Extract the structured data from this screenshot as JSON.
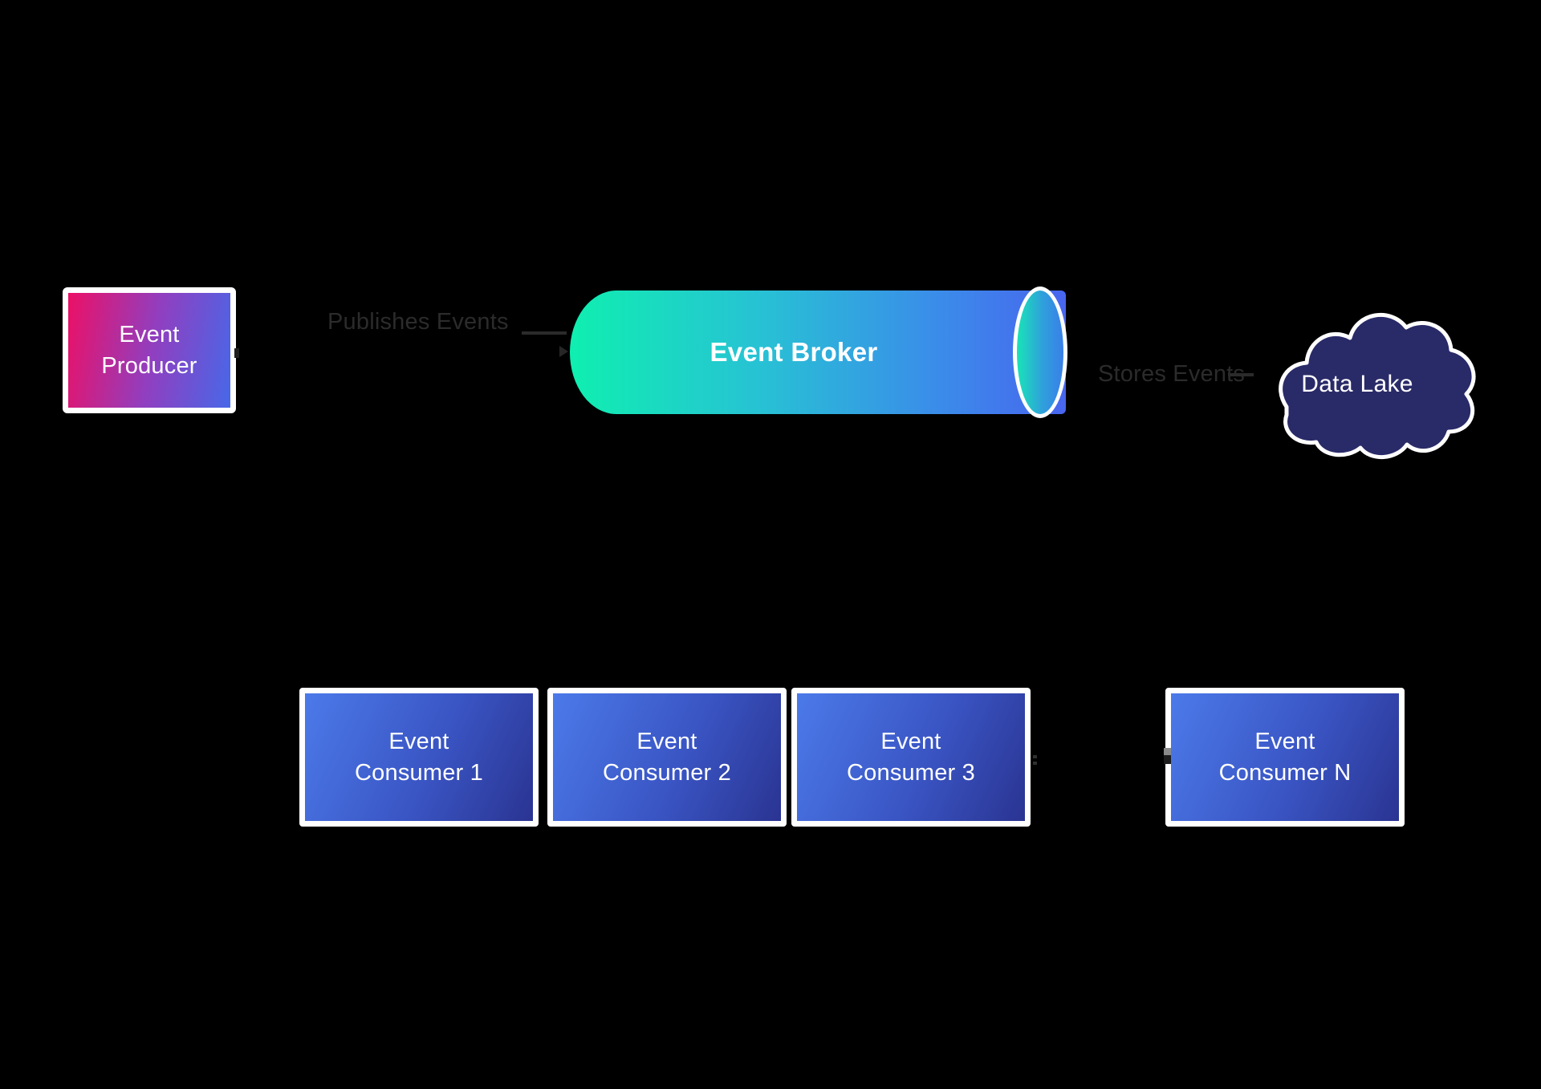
{
  "diagram": {
    "nodes": {
      "producer": {
        "line1": "Event",
        "line2": "Producer"
      },
      "broker": {
        "label": "Event Broker"
      },
      "data_lake": {
        "label": "Data Lake"
      },
      "consumers": [
        {
          "line1": "Event",
          "line2": "Consumer 1"
        },
        {
          "line1": "Event",
          "line2": "Consumer 2"
        },
        {
          "line1": "Event",
          "line2": "Consumer 3"
        },
        {
          "line1": "Event",
          "line2": "Consumer N"
        }
      ]
    },
    "edges": {
      "publish_label": "Publishes Events",
      "store_label": "Stores Events"
    },
    "colors": {
      "background": "#000000",
      "producer_gradient": [
        "#EC1066",
        "#903FC0",
        "#4768E8"
      ],
      "broker_gradient": [
        "#0FEFB0",
        "#27C2D4",
        "#3B8BEA",
        "#4865EE"
      ],
      "cylinder_face_gradient": [
        "#19E4B6",
        "#3A7FE8"
      ],
      "consumer_gradient": [
        "#4C7AE9",
        "#2A3492"
      ],
      "data_lake_fill": "#292A68",
      "node_border": "#FFFFFF",
      "node_text": "#FFFFFF",
      "edge_label": "#2B2B2B"
    }
  }
}
